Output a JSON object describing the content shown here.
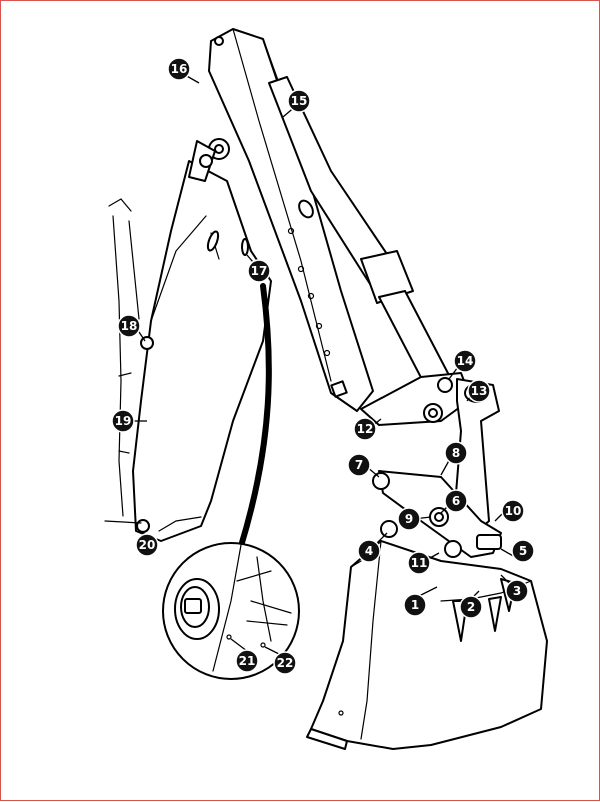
{
  "figure": {
    "subject": "backhoe",
    "callouts": [
      {
        "id": "c1",
        "label": "1"
      },
      {
        "id": "c2",
        "label": "2"
      },
      {
        "id": "c3",
        "label": "3"
      },
      {
        "id": "c4",
        "label": "4"
      },
      {
        "id": "c5",
        "label": "5"
      },
      {
        "id": "c6",
        "label": "6"
      },
      {
        "id": "c7",
        "label": "7"
      },
      {
        "id": "c8",
        "label": "8"
      },
      {
        "id": "c9",
        "label": "9"
      },
      {
        "id": "c10",
        "label": "10"
      },
      {
        "id": "c11",
        "label": "11"
      },
      {
        "id": "c12",
        "label": "12"
      },
      {
        "id": "c13",
        "label": "13"
      },
      {
        "id": "c14",
        "label": "14"
      },
      {
        "id": "c15",
        "label": "15"
      },
      {
        "id": "c16",
        "label": "16"
      },
      {
        "id": "c17",
        "label": "17"
      },
      {
        "id": "c18",
        "label": "18"
      },
      {
        "id": "c19",
        "label": "19"
      },
      {
        "id": "c20",
        "label": "20"
      },
      {
        "id": "c21",
        "label": "21"
      },
      {
        "id": "c22",
        "label": "22"
      }
    ]
  },
  "colors": {
    "frame": "#d9534f",
    "callout_fill": "#111111",
    "line": "#000000"
  }
}
